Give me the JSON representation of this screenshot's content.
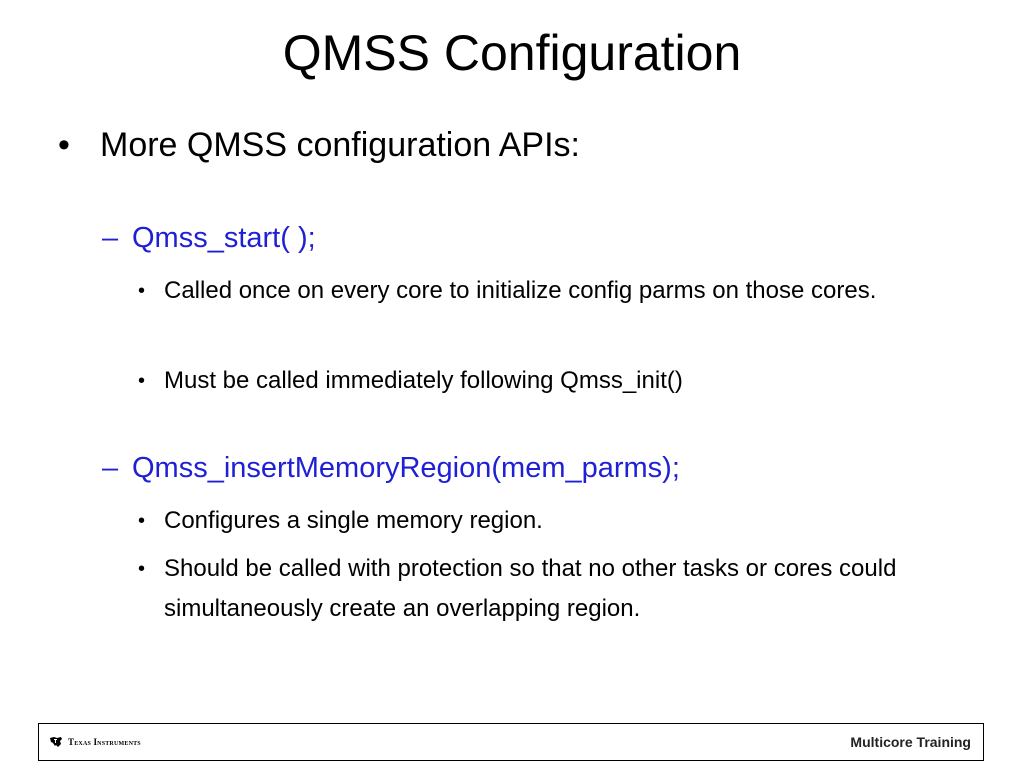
{
  "slide": {
    "title": "QMSS Configuration",
    "bullet": {
      "marker": "•",
      "text": "More QMSS configuration APIs:"
    },
    "subitems": [
      {
        "marker": "–",
        "text": "Qmss_start( );",
        "points": [
          "Called once on every core to initialize config parms on those cores.",
          "Must be called immediately following Qmss_init()"
        ]
      },
      {
        "marker": "–",
        "text": "Qmss_insertMemoryRegion(mem_parms);",
        "points": [
          "Configures a single memory region.",
          "Should be called with protection so that no other tasks or cores could simultaneously create an overlapping region."
        ]
      }
    ],
    "point_marker": "•"
  },
  "footer": {
    "logo_icon": "texas-instruments-logo-icon",
    "brand": "Texas Instruments",
    "right_text": "Multicore Training"
  },
  "colors": {
    "subheading": "#1f1fd6",
    "text": "#000000"
  }
}
